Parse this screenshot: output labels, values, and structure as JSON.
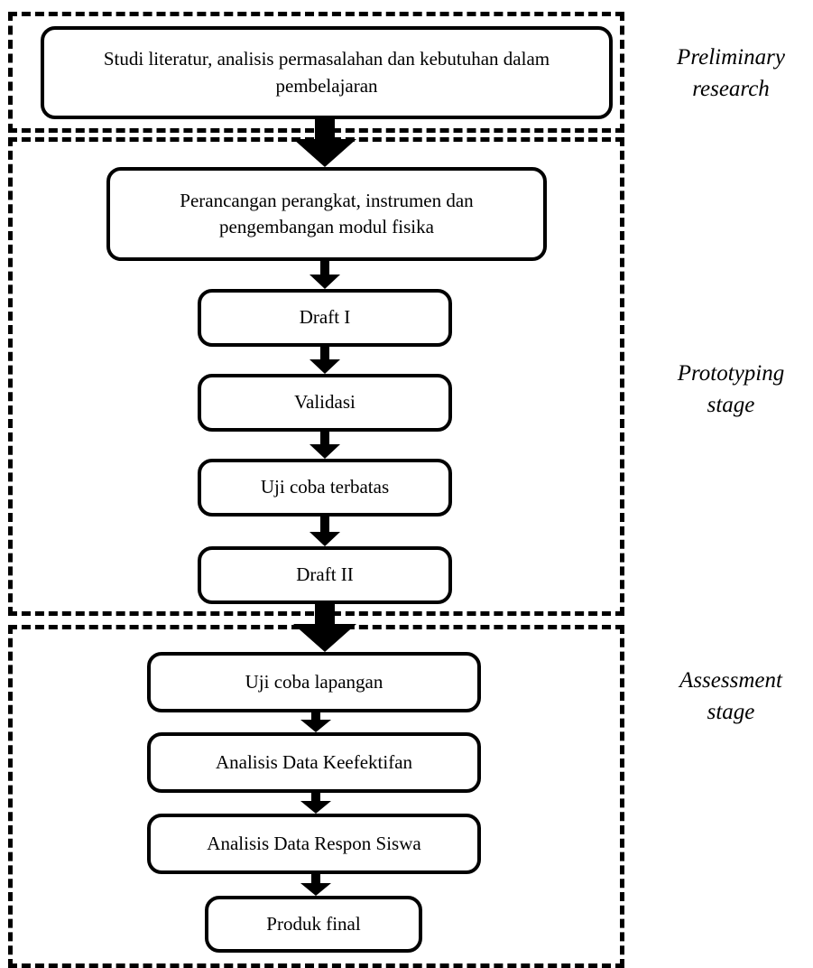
{
  "stages": [
    {
      "line1": "Preliminary",
      "line2": "research"
    },
    {
      "line1": "Prototyping",
      "line2": "stage"
    },
    {
      "line1": "Assessment",
      "line2": "stage"
    }
  ],
  "steps": [
    "Studi literatur, analisis permasalahan dan kebutuhan dalam pembelajaran",
    "Perancangan perangkat, instrumen dan pengembangan modul fisika",
    "Draft I",
    "Validasi",
    "Uji coba terbatas",
    "Draft II",
    "Uji coba lapangan",
    "Analisis Data Keefektifan",
    "Analisis Data Respon Siswa",
    "Produk final"
  ]
}
